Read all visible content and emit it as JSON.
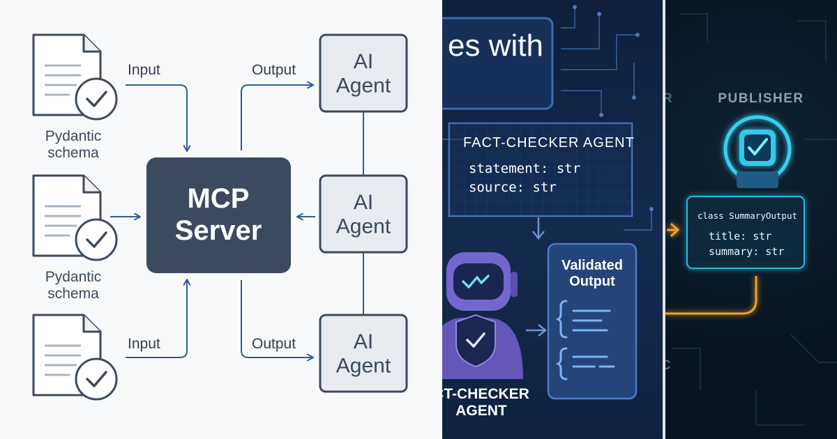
{
  "left": {
    "schema_label": "Pydantic\nschema",
    "input_label": "Input",
    "output_label": "Output",
    "server_label": "MCP\nServer",
    "agent_label": "AI\nAgent"
  },
  "middle": {
    "partial_title": "es with",
    "fact_checker_title": "FACT-CHECKER AGENT",
    "fields": [
      "statement: str",
      "source: str"
    ],
    "validated_output": "Validated\nOutput",
    "robot_caption": "CT-CHECKER\nAGENT"
  },
  "right": {
    "publisher_label": "PUBLISHER",
    "class_keyword": "class",
    "class_name": "SummaryOutput",
    "fields": [
      "title: str",
      "summary: str"
    ],
    "partial_left": "R",
    "partial_bottom": "C"
  },
  "colors": {
    "navy": "#3b4a5e",
    "arrow": "#2f5d95",
    "cyan": "#35d0f0",
    "purple": "#6f63c8",
    "orange": "#f0a12a"
  }
}
